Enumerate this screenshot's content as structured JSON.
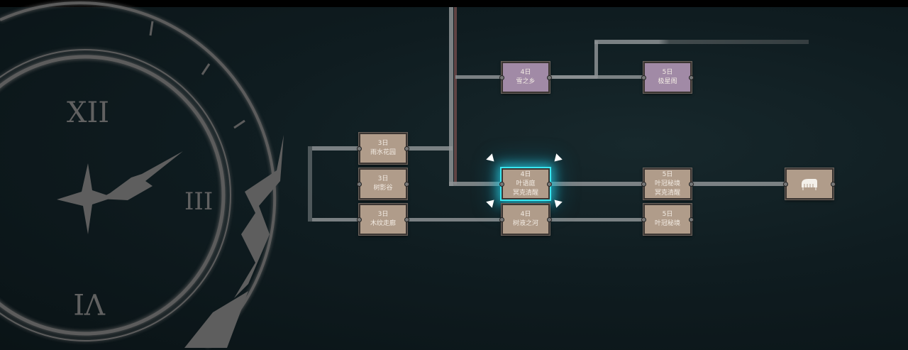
{
  "clock": {
    "numerals": [
      "XII",
      "III",
      "VI"
    ]
  },
  "nodes": [
    {
      "id": "snow",
      "day": "4日",
      "name": "雪之乡",
      "sub": "",
      "color": "purple"
    },
    {
      "id": "star",
      "day": "5日",
      "name": "极星阁",
      "sub": "",
      "color": "purple"
    },
    {
      "id": "rain",
      "day": "3日",
      "name": "雨水花园",
      "sub": "",
      "color": "tan"
    },
    {
      "id": "shadow",
      "day": "3日",
      "name": "树影谷",
      "sub": "",
      "color": "tan"
    },
    {
      "id": "corridor",
      "day": "3日",
      "name": "木纹走廊",
      "sub": "",
      "color": "tan"
    },
    {
      "id": "leaf",
      "day": "4日",
      "name": "叶语庭",
      "sub": "冥克清醒",
      "color": "tan",
      "selected": true
    },
    {
      "id": "sap",
      "day": "4日",
      "name": "树液之河",
      "sub": "",
      "color": "tan"
    },
    {
      "id": "crown1",
      "day": "5日",
      "name": "叶冠秘境",
      "sub": "冥克清醒",
      "color": "tan"
    },
    {
      "id": "crown2",
      "day": "5日",
      "name": "叶冠秘境",
      "sub": "",
      "color": "tan"
    },
    {
      "id": "piano",
      "icon": "piano-icon",
      "color": "tan"
    }
  ],
  "colors": {
    "node_tan": "#b09c8a",
    "node_purple": "#a18aa6",
    "selection": "#38e6f0",
    "line": "#8d9294"
  }
}
